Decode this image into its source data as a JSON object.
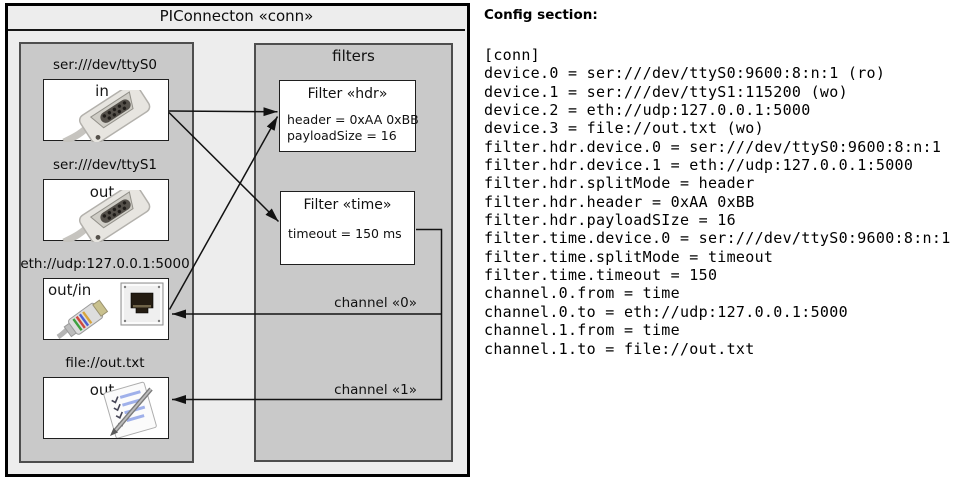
{
  "diagram": {
    "title": "PIConnecton «conn»",
    "devices": [
      {
        "label": "ser:///dev/ttyS0",
        "direction": "in",
        "icon": "serial-connector-icon"
      },
      {
        "label": "ser:///dev/ttyS1",
        "direction": "out",
        "icon": "serial-connector-icon"
      },
      {
        "label": "eth://udp:127.0.0.1:5000",
        "direction": "out/in",
        "icon": "ethernet-icon"
      },
      {
        "label": "file://out.txt",
        "direction": "out",
        "icon": "document-icon"
      }
    ],
    "filters_panel": {
      "title": "filters",
      "filters": [
        {
          "title": "Filter «hdr»",
          "attributes": [
            "header = 0xAA 0xBB",
            "payloadSize = 16"
          ]
        },
        {
          "title": "Filter «time»",
          "attributes": [
            "timeout = 150 ms"
          ]
        }
      ]
    },
    "channels": [
      {
        "label": "channel «0»"
      },
      {
        "label": "channel «1»"
      }
    ]
  },
  "config": {
    "heading": "Config section:",
    "lines": [
      "[conn]",
      "device.0 = ser:///dev/ttyS0:9600:8:n:1 (ro)",
      "device.1 = ser:///dev/ttyS1:115200 (wo)",
      "device.2 = eth://udp:127.0.0.1:5000",
      "device.3 = file://out.txt (wo)",
      "filter.hdr.device.0 = ser:///dev/ttyS0:9600:8:n:1",
      "filter.hdr.device.1 = eth://udp:127.0.0.1:5000",
      "filter.hdr.splitMode = header",
      "filter.hdr.header = 0xAA 0xBB",
      "filter.hdr.payloadSIze = 16",
      "filter.time.device.0 = ser:///dev/ttyS0:9600:8:n:1",
      "filter.time.splitMode = timeout",
      "filter.time.timeout = 150",
      "channel.0.from = time",
      "channel.0.to = eth://udp:127.0.0.1:5000",
      "channel.1.from = time",
      "channel.1.to = file://out.txt"
    ]
  },
  "colors": {
    "diagram_bg": "#ededed",
    "panel_fill": "#c9c9c9",
    "box_fill": "#ffffff",
    "line": "#141414"
  }
}
